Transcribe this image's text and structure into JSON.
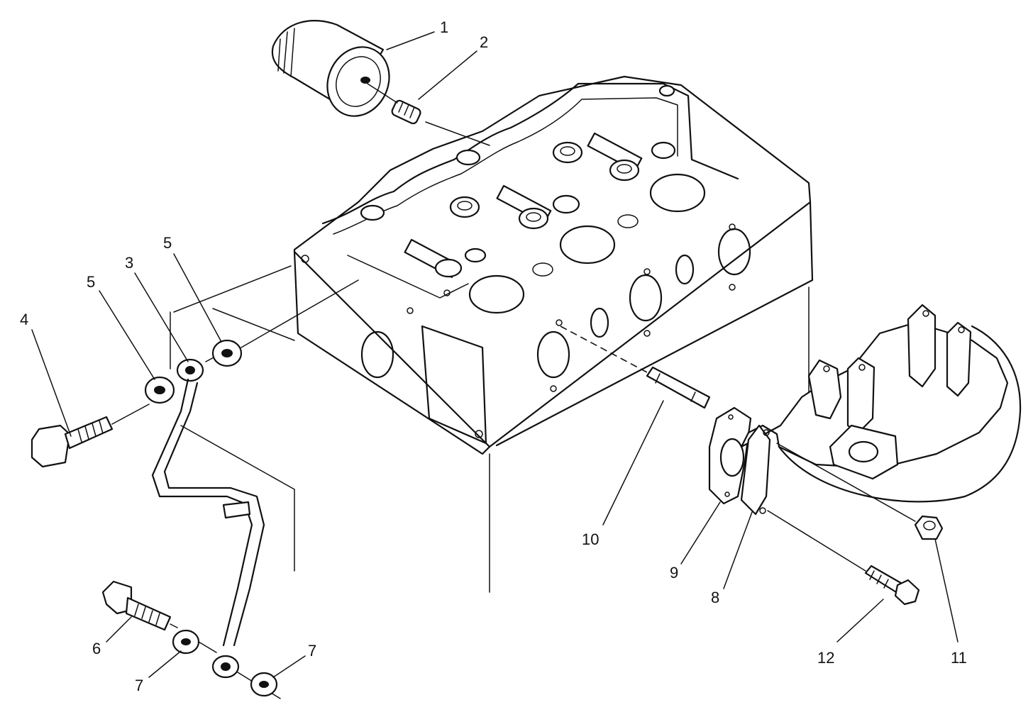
{
  "colors": {
    "line": "#111111",
    "background": "#ffffff"
  },
  "callouts": {
    "c1": "1",
    "c2": "2",
    "c3": "3",
    "c4": "4",
    "c5a": "5",
    "c5b": "5",
    "c6": "6",
    "c7a": "7",
    "c7b": "7",
    "c8": "8",
    "c9": "9",
    "c10": "10",
    "c11": "11",
    "c12": "12"
  }
}
